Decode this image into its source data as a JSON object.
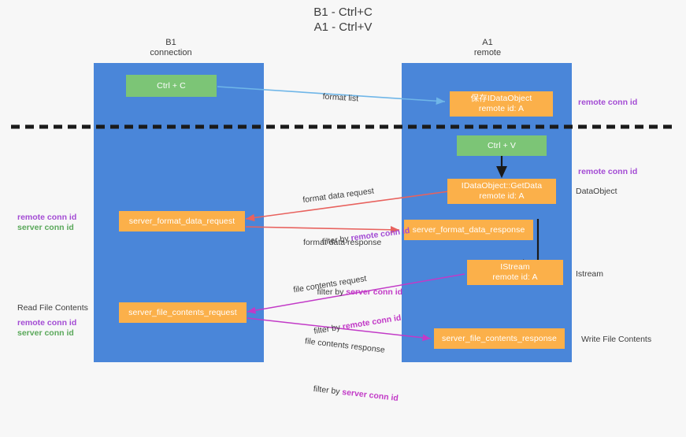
{
  "title": "B1 - Ctrl+C\nA1 - Ctrl+V",
  "columns": [
    {
      "name": "B1",
      "role": "connection",
      "label": "B1\nconnection"
    },
    {
      "name": "A1",
      "role": "remote",
      "label": "A1\nremote"
    }
  ],
  "colors": {
    "lane": "#4a86d9",
    "node_green": "#7cc576",
    "node_orange": "#fbb04a",
    "remote_conn_id": "#a34bd4",
    "server_conn_id": "#5aa85a",
    "arrow_blue": "#6fb6e8",
    "arrow_red": "#e8625e",
    "arrow_magenta": "#c23ac7",
    "arrow_black": "#1a1a1a",
    "background": "#f7f7f7"
  },
  "nodes": [
    {
      "id": "ctrl-c",
      "lane": "B1",
      "type": "green",
      "line1": "Ctrl + C",
      "line2": ""
    },
    {
      "id": "save-idataobject",
      "lane": "A1",
      "type": "orange",
      "line1": "保存IDataObject",
      "line2": "remote id: A"
    },
    {
      "id": "ctrl-v",
      "lane": "A1",
      "type": "green",
      "line1": "Ctrl + V",
      "line2": ""
    },
    {
      "id": "idataobject-getdata",
      "lane": "A1",
      "type": "orange",
      "line1": "IDataObject::GetData",
      "line2": "remote id: A"
    },
    {
      "id": "server-format-data-request",
      "lane": "B1",
      "type": "orange",
      "line1": "server_format_data_request",
      "line2": ""
    },
    {
      "id": "server-format-data-response",
      "lane": "A1",
      "type": "orange",
      "line1": "server_format_data_response",
      "line2": ""
    },
    {
      "id": "istream",
      "lane": "A1",
      "type": "orange",
      "line1": "IStream",
      "line2": "remote id: A"
    },
    {
      "id": "server-file-contents-request",
      "lane": "B1",
      "type": "orange",
      "line1": "server_file_contents_request",
      "line2": ""
    },
    {
      "id": "server-file-contents-response",
      "lane": "A1",
      "type": "orange",
      "line1": "server_file_contents_response",
      "line2": ""
    }
  ],
  "edge_labels": [
    {
      "id": "format-list",
      "line1": "format list",
      "line2": "",
      "filter_prefix": "",
      "filter_value": ""
    },
    {
      "id": "format-data-request",
      "line1": "format data request",
      "line2": "filter by ",
      "filter_prefix": "filter by ",
      "filter_value": "remote conn id"
    },
    {
      "id": "format-data-response",
      "line1": "format data response",
      "line2": "filter by ",
      "filter_prefix": "filter by ",
      "filter_value": "server conn id"
    },
    {
      "id": "file-contents-request",
      "line1": "file contents request",
      "line2": "filter by ",
      "filter_prefix": "filter by ",
      "filter_value": "remote conn id"
    },
    {
      "id": "file-contents-response",
      "line1": "file contents response",
      "line2": "filter by ",
      "filter_prefix": "filter by ",
      "filter_value": "server conn id"
    }
  ],
  "left_annotations": [
    {
      "id": "left-format-remote",
      "text": "remote conn id",
      "color": "purple"
    },
    {
      "id": "left-format-server",
      "text": "server conn id",
      "color": "green"
    },
    {
      "id": "left-read-file",
      "text": "Read File Contents",
      "color": "dark"
    },
    {
      "id": "left-file-remote",
      "text": "remote conn id",
      "color": "purple"
    },
    {
      "id": "left-file-server",
      "text": "server conn id",
      "color": "green"
    }
  ],
  "right_annotations": [
    {
      "id": "right-remote-top",
      "text": "remote conn id",
      "color": "purple"
    },
    {
      "id": "right-remote-mid",
      "text": "remote conn id",
      "color": "purple"
    },
    {
      "id": "right-dataobject",
      "text": "DataObject",
      "color": "dark"
    },
    {
      "id": "right-istream",
      "text": "Istream",
      "color": "dark"
    },
    {
      "id": "right-write-file",
      "text": "Write File Contents",
      "color": "dark"
    }
  ],
  "divider": {
    "id": "phase-divider",
    "style": "dashed",
    "color": "#1a1a1a"
  }
}
